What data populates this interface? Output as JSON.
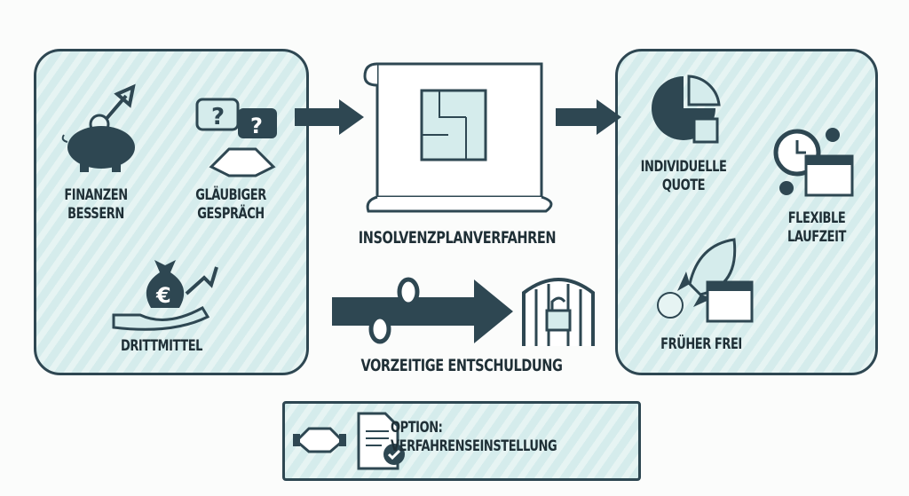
{
  "left_panel": {
    "items": [
      {
        "label": "FINANZEN\nBESSERN",
        "icon": "piggy-bank-icon"
      },
      {
        "label": "GLÄUBIGER\nGESPRÄCH",
        "icon": "handshake-questions-icon"
      },
      {
        "label": "DRITTMITTEL",
        "icon": "money-bag-hand-icon"
      }
    ]
  },
  "center": {
    "title": "INSOLVENZPLANVERFAHREN",
    "subtitle": "VORZEITIGE ENTSCHULDUNG",
    "euro": "€"
  },
  "right_panel": {
    "items": [
      {
        "label": "INDIVIDUELLE\nQUOTE",
        "icon": "pie-puzzle-icon"
      },
      {
        "label": "FLEXIBLE\nLAUFZEIT",
        "icon": "clock-calendar-icon"
      },
      {
        "label": "FRÜHER FREI",
        "icon": "rocket-calendar-icon"
      }
    ]
  },
  "bottom": {
    "label": "OPTION:\nVERFAHRENSEINSTELLUNG"
  },
  "colors": {
    "dark": "#2e4752",
    "light": "#d5ecec"
  }
}
